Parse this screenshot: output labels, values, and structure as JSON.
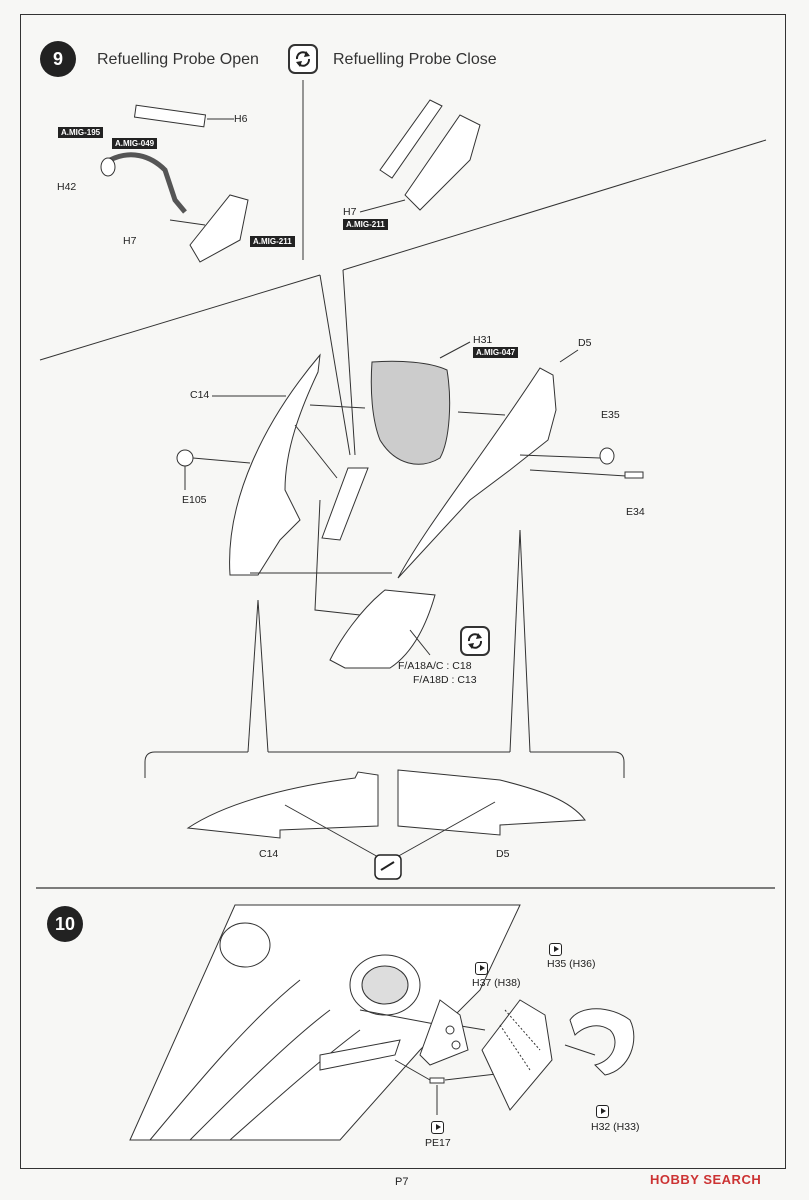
{
  "page": {
    "number": "P7"
  },
  "step9": {
    "number": "9",
    "title_open": "Refuelling Probe Open",
    "title_close": "Refuelling Probe Close",
    "open_callouts": {
      "h6": "H6",
      "h42": "H42",
      "h7": "H7"
    },
    "open_paints": {
      "mig195": "A.MIG-195",
      "mig049": "A.MIG-049",
      "mig211": "A.MIG-211"
    },
    "close_callouts": {
      "h7": "H7"
    },
    "close_paints": {
      "mig211": "A.MIG-211"
    },
    "main_callouts": {
      "h31": "H31",
      "d5": "D5",
      "c14": "C14",
      "e35": "E35",
      "e105": "E105",
      "e34": "E34",
      "variant_a": "F/A18A/C : C18",
      "variant_d": "F/A18D : C13"
    },
    "main_paints": {
      "mig047": "A.MIG-047"
    },
    "detail_callouts": {
      "c14": "C14",
      "d5": "D5"
    }
  },
  "step10": {
    "number": "10",
    "callouts": {
      "h35": "H35 (H36)",
      "h37": "H37 (H38)",
      "h32": "H32 (H33)",
      "pe17": "PE17"
    }
  },
  "watermark": {
    "text": "HOBBY SEARCH"
  },
  "icons": {
    "flip": "flip-arrows-icon",
    "marker": "photo-etch-marker-icon",
    "glue": "glue-tube-icon"
  }
}
